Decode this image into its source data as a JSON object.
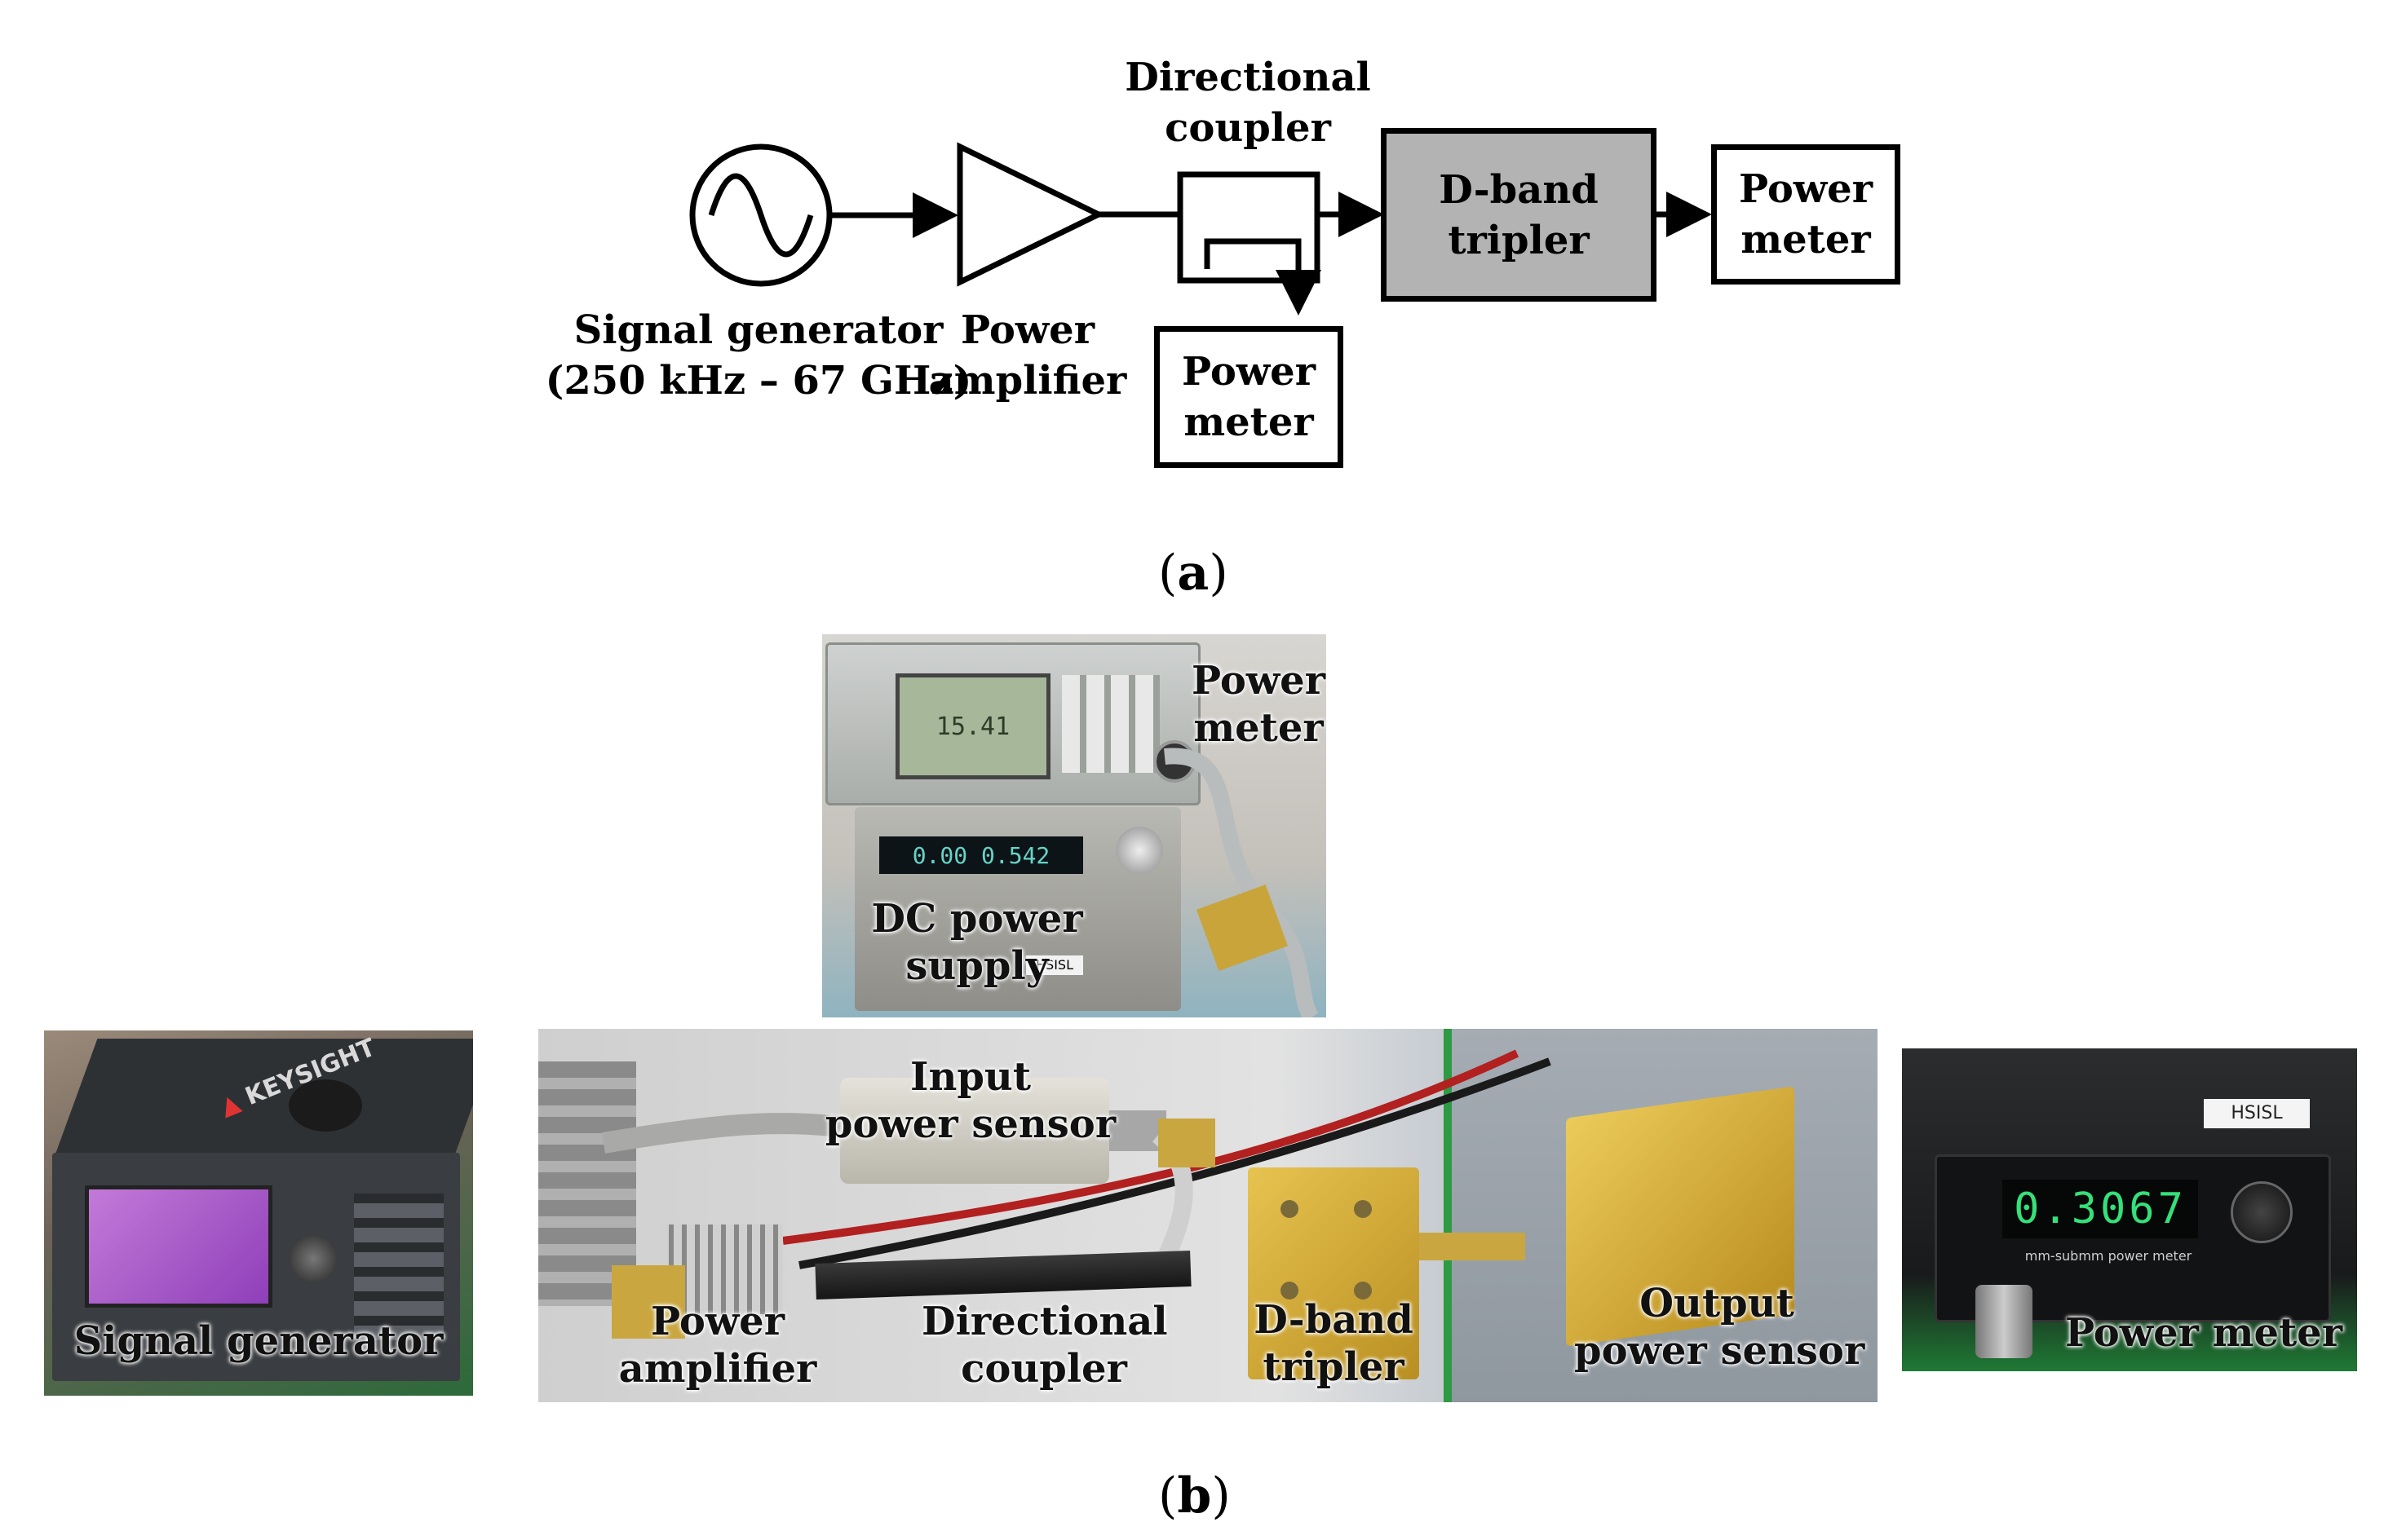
{
  "diagram_a": {
    "signal_generator": {
      "line1": "Signal generator",
      "line2": "(250 kHz – 67 GHz)"
    },
    "power_amplifier": {
      "line1": "Power",
      "line2": "amplifier"
    },
    "directional_coupler": {
      "line1": "Directional",
      "line2": "coupler"
    },
    "tripler": {
      "line1": "D-band",
      "line2": "tripler"
    },
    "power_meter_out": {
      "line1": "Power",
      "line2": "meter"
    },
    "power_meter_coupled": {
      "line1": "Power",
      "line2": "meter"
    },
    "caption_letter": "a"
  },
  "photo_b": {
    "top_photo": {
      "power_meter": {
        "line1": "Power",
        "line2": "meter"
      },
      "dc_supply": {
        "line1": "DC power",
        "line2": "supply"
      },
      "meter_display": "15.41",
      "supply_display": "0.00 0.542",
      "sticker": "HSISL"
    },
    "left_photo": {
      "label": "Signal generator",
      "brand": "KEYSIGHT"
    },
    "center_photo": {
      "input_sensor": {
        "line1": "Input",
        "line2": "power sensor"
      },
      "power_amplifier": {
        "line1": "Power",
        "line2": "amplifier"
      },
      "directional_coupler": {
        "line1": "Directional",
        "line2": "coupler"
      },
      "tripler": {
        "line1": "D-band",
        "line2": "tripler"
      },
      "output_sensor": {
        "line1": "Output",
        "line2": "power sensor"
      }
    },
    "right_photo": {
      "label": "Power meter",
      "display_value": "0.3067",
      "device_text": "mm-submm power meter",
      "sticker": "HSISL"
    },
    "caption_letter": "b"
  }
}
